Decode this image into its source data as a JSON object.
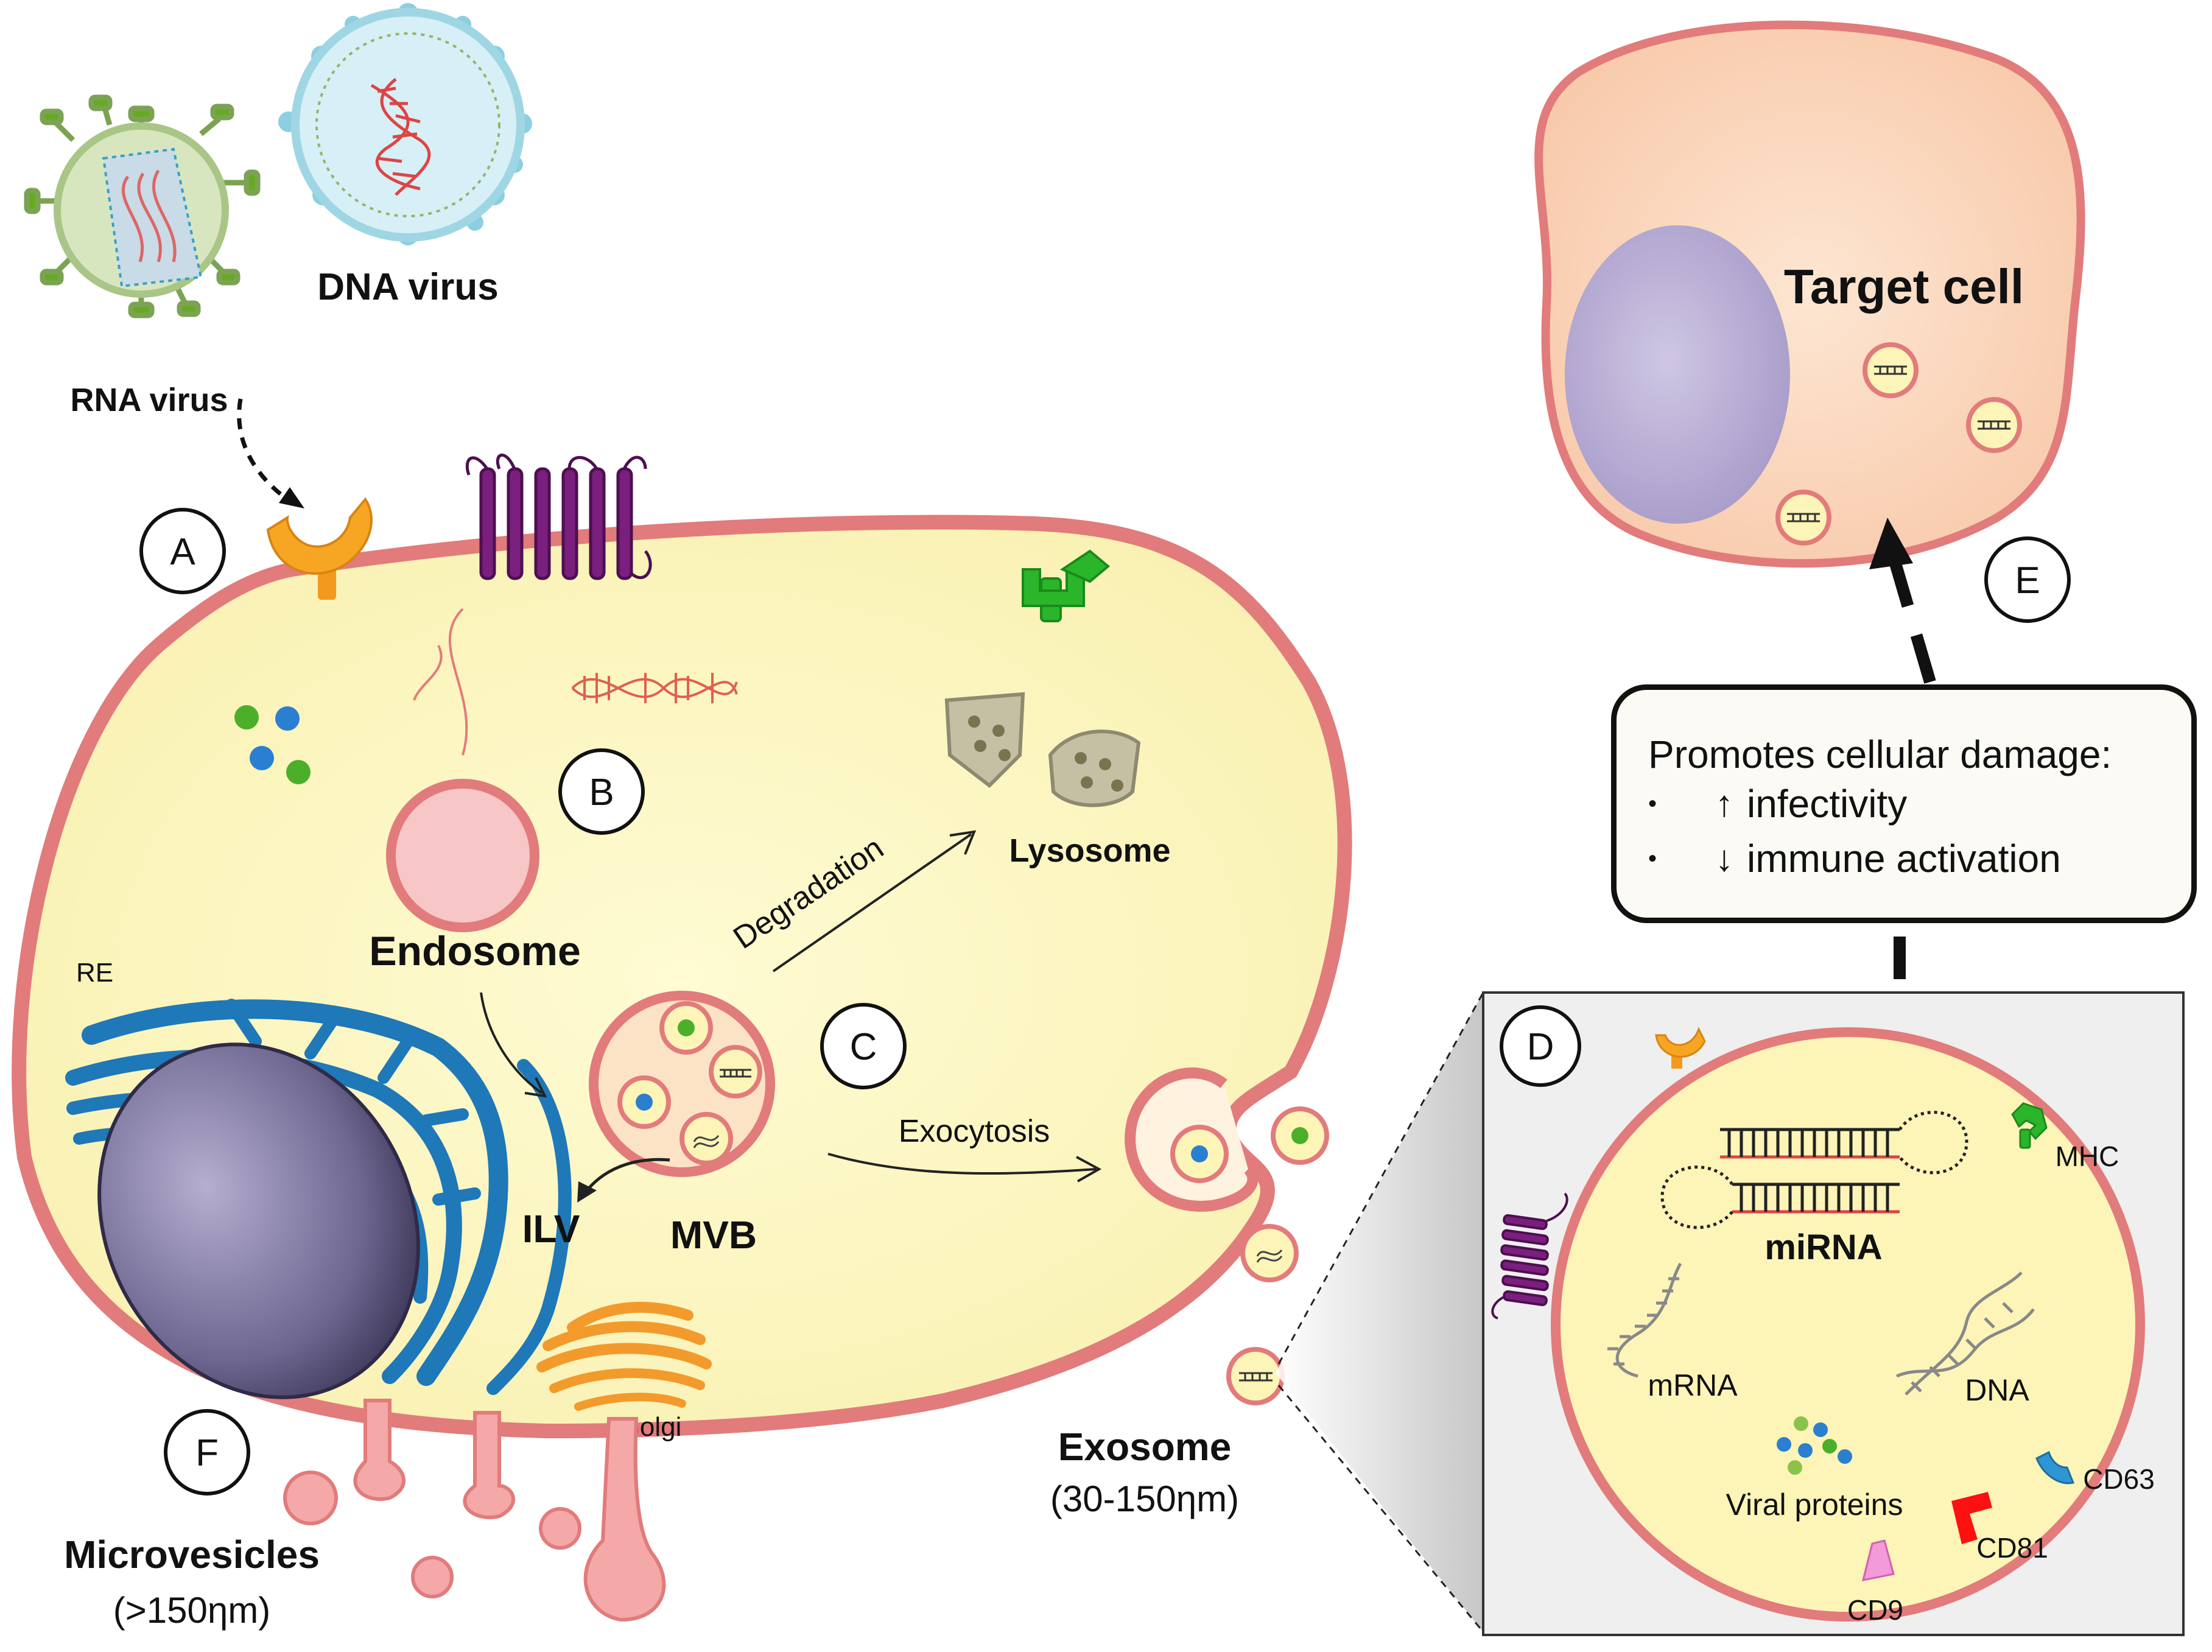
{
  "labels": {
    "dna_virus": "DNA virus",
    "rna_virus": "RNA virus",
    "target_cell": "Target cell",
    "endosome": "Endosome",
    "lysosome": "Lysosome",
    "degradation": "Degradation",
    "exocytosis": "Exocytosis",
    "re": "RE",
    "ilv": "ILV",
    "mvb": "MVB",
    "golgi": "Golgi",
    "exosome": "Exosome",
    "exosome_size": "(30-150ηm)",
    "microvesicles": "Microvesicles",
    "microvesicles_size": "(>150ηm)",
    "mirna": "miRNA",
    "mrna": "mRNA",
    "dna": "DNA",
    "viral_proteins": "Viral proteins",
    "mhc": "MHC",
    "cd63": "CD63",
    "cd81": "CD81",
    "cd9": "CD9"
  },
  "steps": {
    "a": "A",
    "b": "B",
    "c": "C",
    "d": "D",
    "e": "E",
    "f": "F"
  },
  "damage_box": {
    "title": "Promotes cellular damage:",
    "items": [
      {
        "bullet": "•",
        "arrow": "↑",
        "text": "infectivity"
      },
      {
        "bullet": "•",
        "arrow": "↓",
        "text": "immune activation"
      }
    ]
  },
  "colors": {
    "cytoplasm": "#fdf8c4",
    "membrane": "#e27b7b",
    "target_cell": "#fbd9c2",
    "nucleus": "#7c7398",
    "er": "#1f78b8",
    "golgi": "#f39a2c",
    "receptor": "#f5a623",
    "mhc": "#2ab52a",
    "transmembrane": "#6a1b6b"
  }
}
